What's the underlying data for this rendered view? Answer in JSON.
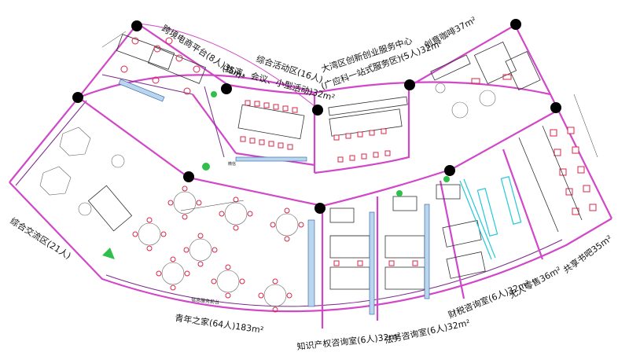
{
  "rooms": {
    "cross_border": "跨境电商平台(8人)35m²",
    "activity_line1": "综合活动区(16人)",
    "activity_line2": "(路演、会议、小型活动)32m²",
    "bay_line1": "大湾区创新创业服务中心",
    "bay_line2": "(广应科一站式服务区)(5人)32m²",
    "cafe": "创意咖啡37m²",
    "exchange": "综合交流区(21人)",
    "youth": "青年之家(64人)183m²",
    "ip": "知识产权咨询室(6人)32m²",
    "legal": "法务咨询室(6人)32m²",
    "finance": "财税咨询室(6人)32m²",
    "retail": "无人零售36m²",
    "bar": "共享书吧35m²"
  },
  "labels": {
    "sign": "微信",
    "reception": "信息服务前台"
  },
  "colors": {
    "wall": "#d048c8",
    "chair": "#d8264a",
    "glass": "#22c8d8",
    "plant": "#2fbf4b"
  }
}
